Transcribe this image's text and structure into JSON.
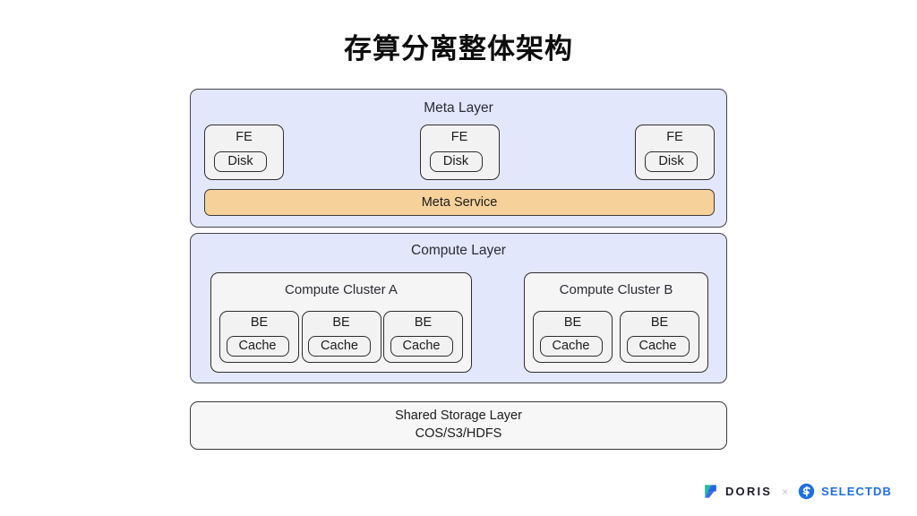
{
  "title": "存算分离整体架构",
  "meta_layer": {
    "label": "Meta Layer",
    "nodes": [
      {
        "label": "FE",
        "sub": "Disk"
      },
      {
        "label": "FE",
        "sub": "Disk"
      },
      {
        "label": "FE",
        "sub": "Disk"
      }
    ],
    "service_bar": "Meta Service",
    "panel_color": "#e3e7fb",
    "service_color": "#f7d19a"
  },
  "compute_layer": {
    "label": "Compute Layer",
    "panel_color": "#e3e7fb",
    "clusters": [
      {
        "label": "Compute Cluster A",
        "nodes": [
          {
            "label": "BE",
            "sub": "Cache"
          },
          {
            "label": "BE",
            "sub": "Cache"
          },
          {
            "label": "BE",
            "sub": "Cache"
          }
        ]
      },
      {
        "label": "Compute Cluster B",
        "nodes": [
          {
            "label": "BE",
            "sub": "Cache"
          },
          {
            "label": "BE",
            "sub": "Cache"
          }
        ]
      }
    ]
  },
  "storage_layer": {
    "line1": "Shared Storage Layer",
    "line2": "COS/S3/HDFS",
    "panel_color": "#f7f7f7"
  },
  "footer": {
    "doris_name": "DORIS",
    "separator": "×",
    "selectdb_name": "SELECTDB",
    "doris_color_teal": "#27b9a0",
    "doris_color_blue": "#2a62e8",
    "selectdb_color": "#1f6fe5"
  }
}
